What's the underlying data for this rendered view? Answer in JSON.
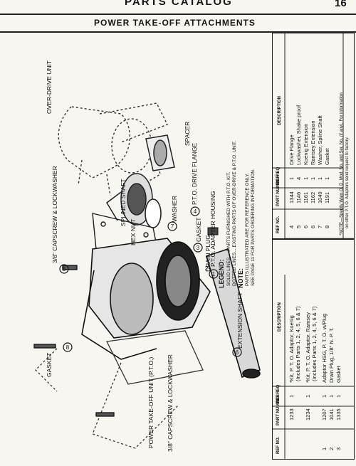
{
  "header": {
    "catalog_title": "PARTS CATALOG",
    "page_number": "16",
    "section_title": "POWER TAKE-OFF ATTACHMENTS"
  },
  "diagram": {
    "callouts": [
      {
        "label": "OVER-DRIVE UNIT"
      },
      {
        "label": "SPACER"
      },
      {
        "label": "P.T.O. DRIVE FLANGE",
        "number": "4"
      },
      {
        "label": "SPLINED SHAFT"
      },
      {
        "label": "HEX NUT"
      },
      {
        "label": "WASHER",
        "number": "7"
      },
      {
        "label": "GASKET",
        "number": "3"
      },
      {
        "label": "P.T.O. ADAPTER HOUSING",
        "number": "1"
      },
      {
        "label": "DRAIN PLUG",
        "number": "2"
      },
      {
        "label": "3/8\" CAPSCREW & LOCKWASHER",
        "number": "5"
      },
      {
        "label": "EXTENSION SHAFT",
        "number": "6"
      },
      {
        "label": "GASKET",
        "number": "8"
      },
      {
        "label": "POWER TAKE-OFF UNIT (P.T.O.)"
      },
      {
        "label": "3/8\" CAPSCREW & LOCKWASHER"
      }
    ],
    "legend": {
      "title": "LEGEND:",
      "solid": "SOLID LINES.....PARTS FURNISHED WITH P.T.O. KIT.",
      "dotted": "DOTTED LINES....EXISTING PARTS OF OVER-DRIVE & P.T.O. UNIT.",
      "note_title": "NOTE:",
      "note1": "PARTS ILLUSTRATED ARE FOR REFERENCE ONLY.",
      "note2": "SEE PAGE 11 FOR PARTS ORDERING INFORMATION."
    }
  },
  "columns": {
    "ref": "REF NO.",
    "part": "PART NUMBER",
    "req": "NO. REQ",
    "desc": "DESCRIPTION"
  },
  "table_left": [
    {
      "ref": "",
      "part": "1233",
      "req": "1",
      "desc": "*Kit, P. T. O. Adaptor, Koenig",
      "desc2": "(Includes Parts 1, 2, 4, 5, 6 & 7)"
    },
    {
      "ref": "",
      "part": "1234",
      "req": "1",
      "desc": "*Kit, P. T. O. Adaptor, Ramsey",
      "desc2": "(Includes Parts 1, 2, 4, 5, 6 & 7)"
    },
    {
      "ref": "1",
      "part": "1207",
      "req": "1",
      "desc": "Adaptor HSG, P. T. O. w/Plug",
      "desc2": ""
    },
    {
      "ref": "2",
      "part": "1041",
      "req": "1",
      "desc": "Drain Plug, 1/8\" N. P. T.",
      "desc2": ""
    },
    {
      "ref": "3",
      "part": "1335",
      "req": "1",
      "desc": "Gasket",
      "desc2": ""
    }
  ],
  "table_right": [
    {
      "ref": "4",
      "part": "1344",
      "req": "1",
      "desc": "Drive Flange"
    },
    {
      "ref": "5",
      "part": "1146",
      "req": "4",
      "desc": "Lockwasher, Shake proof"
    },
    {
      "ref": "6",
      "part": "1161",
      "req": "1",
      "desc": "Koenig Extension"
    },
    {
      "ref": "6",
      "part": "1162",
      "req": "1",
      "desc": "Ramsey Extension"
    },
    {
      "ref": "7",
      "part": "1049",
      "req": "1",
      "desc": "Washer, Spline Shaft"
    },
    {
      "ref": "8",
      "part": "1191",
      "req": "1",
      "desc": "Gasket"
    }
  ],
  "footnote": {
    "line1": "*NOTE—Specify Warn O. D. Mod. No. and Ser. No. (if any). For information",
    "line2": "on other P.T.O. Adaptors send request to factory."
  }
}
